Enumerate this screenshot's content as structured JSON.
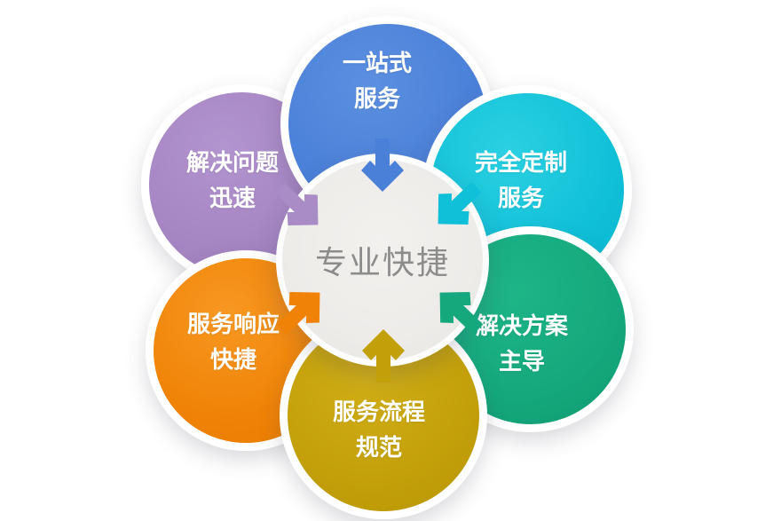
{
  "diagram": {
    "title_implicit": "",
    "center": {
      "label": "专业快捷",
      "text_color": "#8c8c8c",
      "fill_color": "#efedea"
    },
    "petals": [
      {
        "position": "top",
        "line1": "一站式",
        "line2": "服务",
        "color": "#4a80d8"
      },
      {
        "position": "top-right",
        "line1": "完全定制",
        "line2": "服务",
        "color": "#10c0d8"
      },
      {
        "position": "bottom-right",
        "line1": "解决方案",
        "line2": "主导",
        "color": "#15a87c"
      },
      {
        "position": "bottom",
        "line1": "服务流程",
        "line2": "规范",
        "color": "#c3a00a"
      },
      {
        "position": "bottom-left",
        "line1": "服务响应",
        "line2": "快捷",
        "color": "#f08307"
      },
      {
        "position": "top-left",
        "line1": "解决问题",
        "line2": "迅速",
        "color": "#a98bc6"
      }
    ],
    "text_color_petal": "#ffffff",
    "ring_color": "#ffffff"
  }
}
